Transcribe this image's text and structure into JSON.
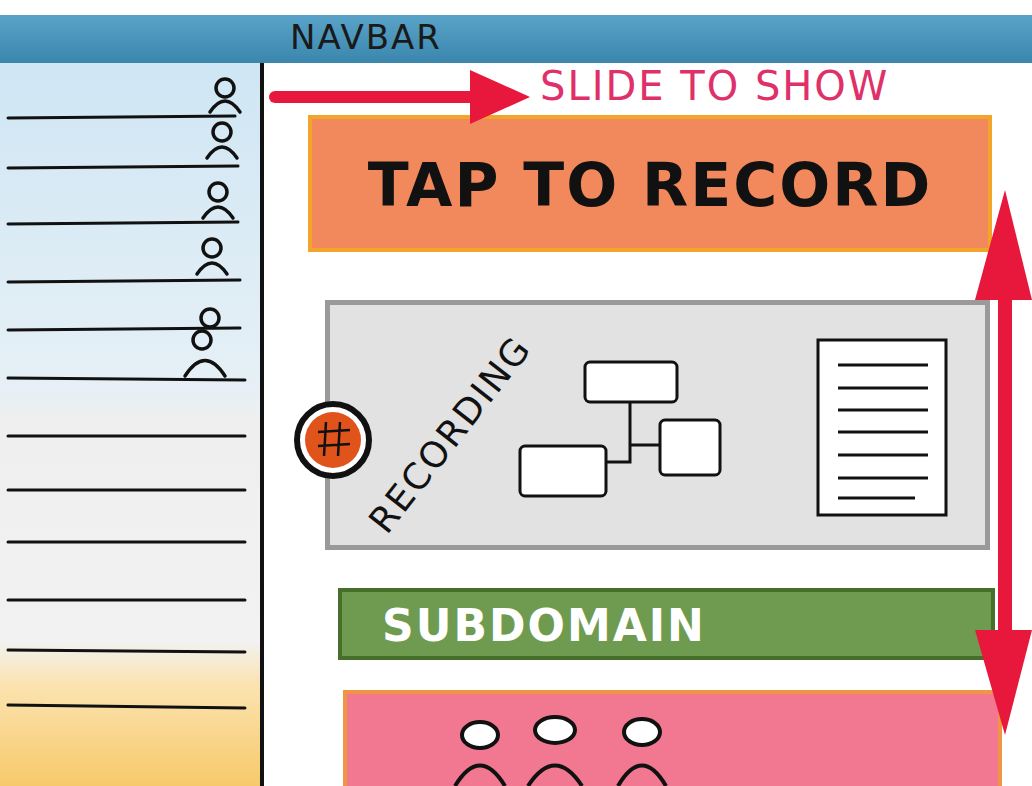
{
  "diagram": {
    "nodes": [
      {
        "text": [
          "NAVBAR"
        ]
      },
      {
        "text": [
          "TAP TO RECORD"
        ]
      },
      {
        "text": [
          "RECORDING"
        ]
      },
      {
        "text": [
          "SUBDOMAIN"
        ]
      }
    ],
    "labels": [
      "SLIDE TO SHOW"
    ]
  }
}
